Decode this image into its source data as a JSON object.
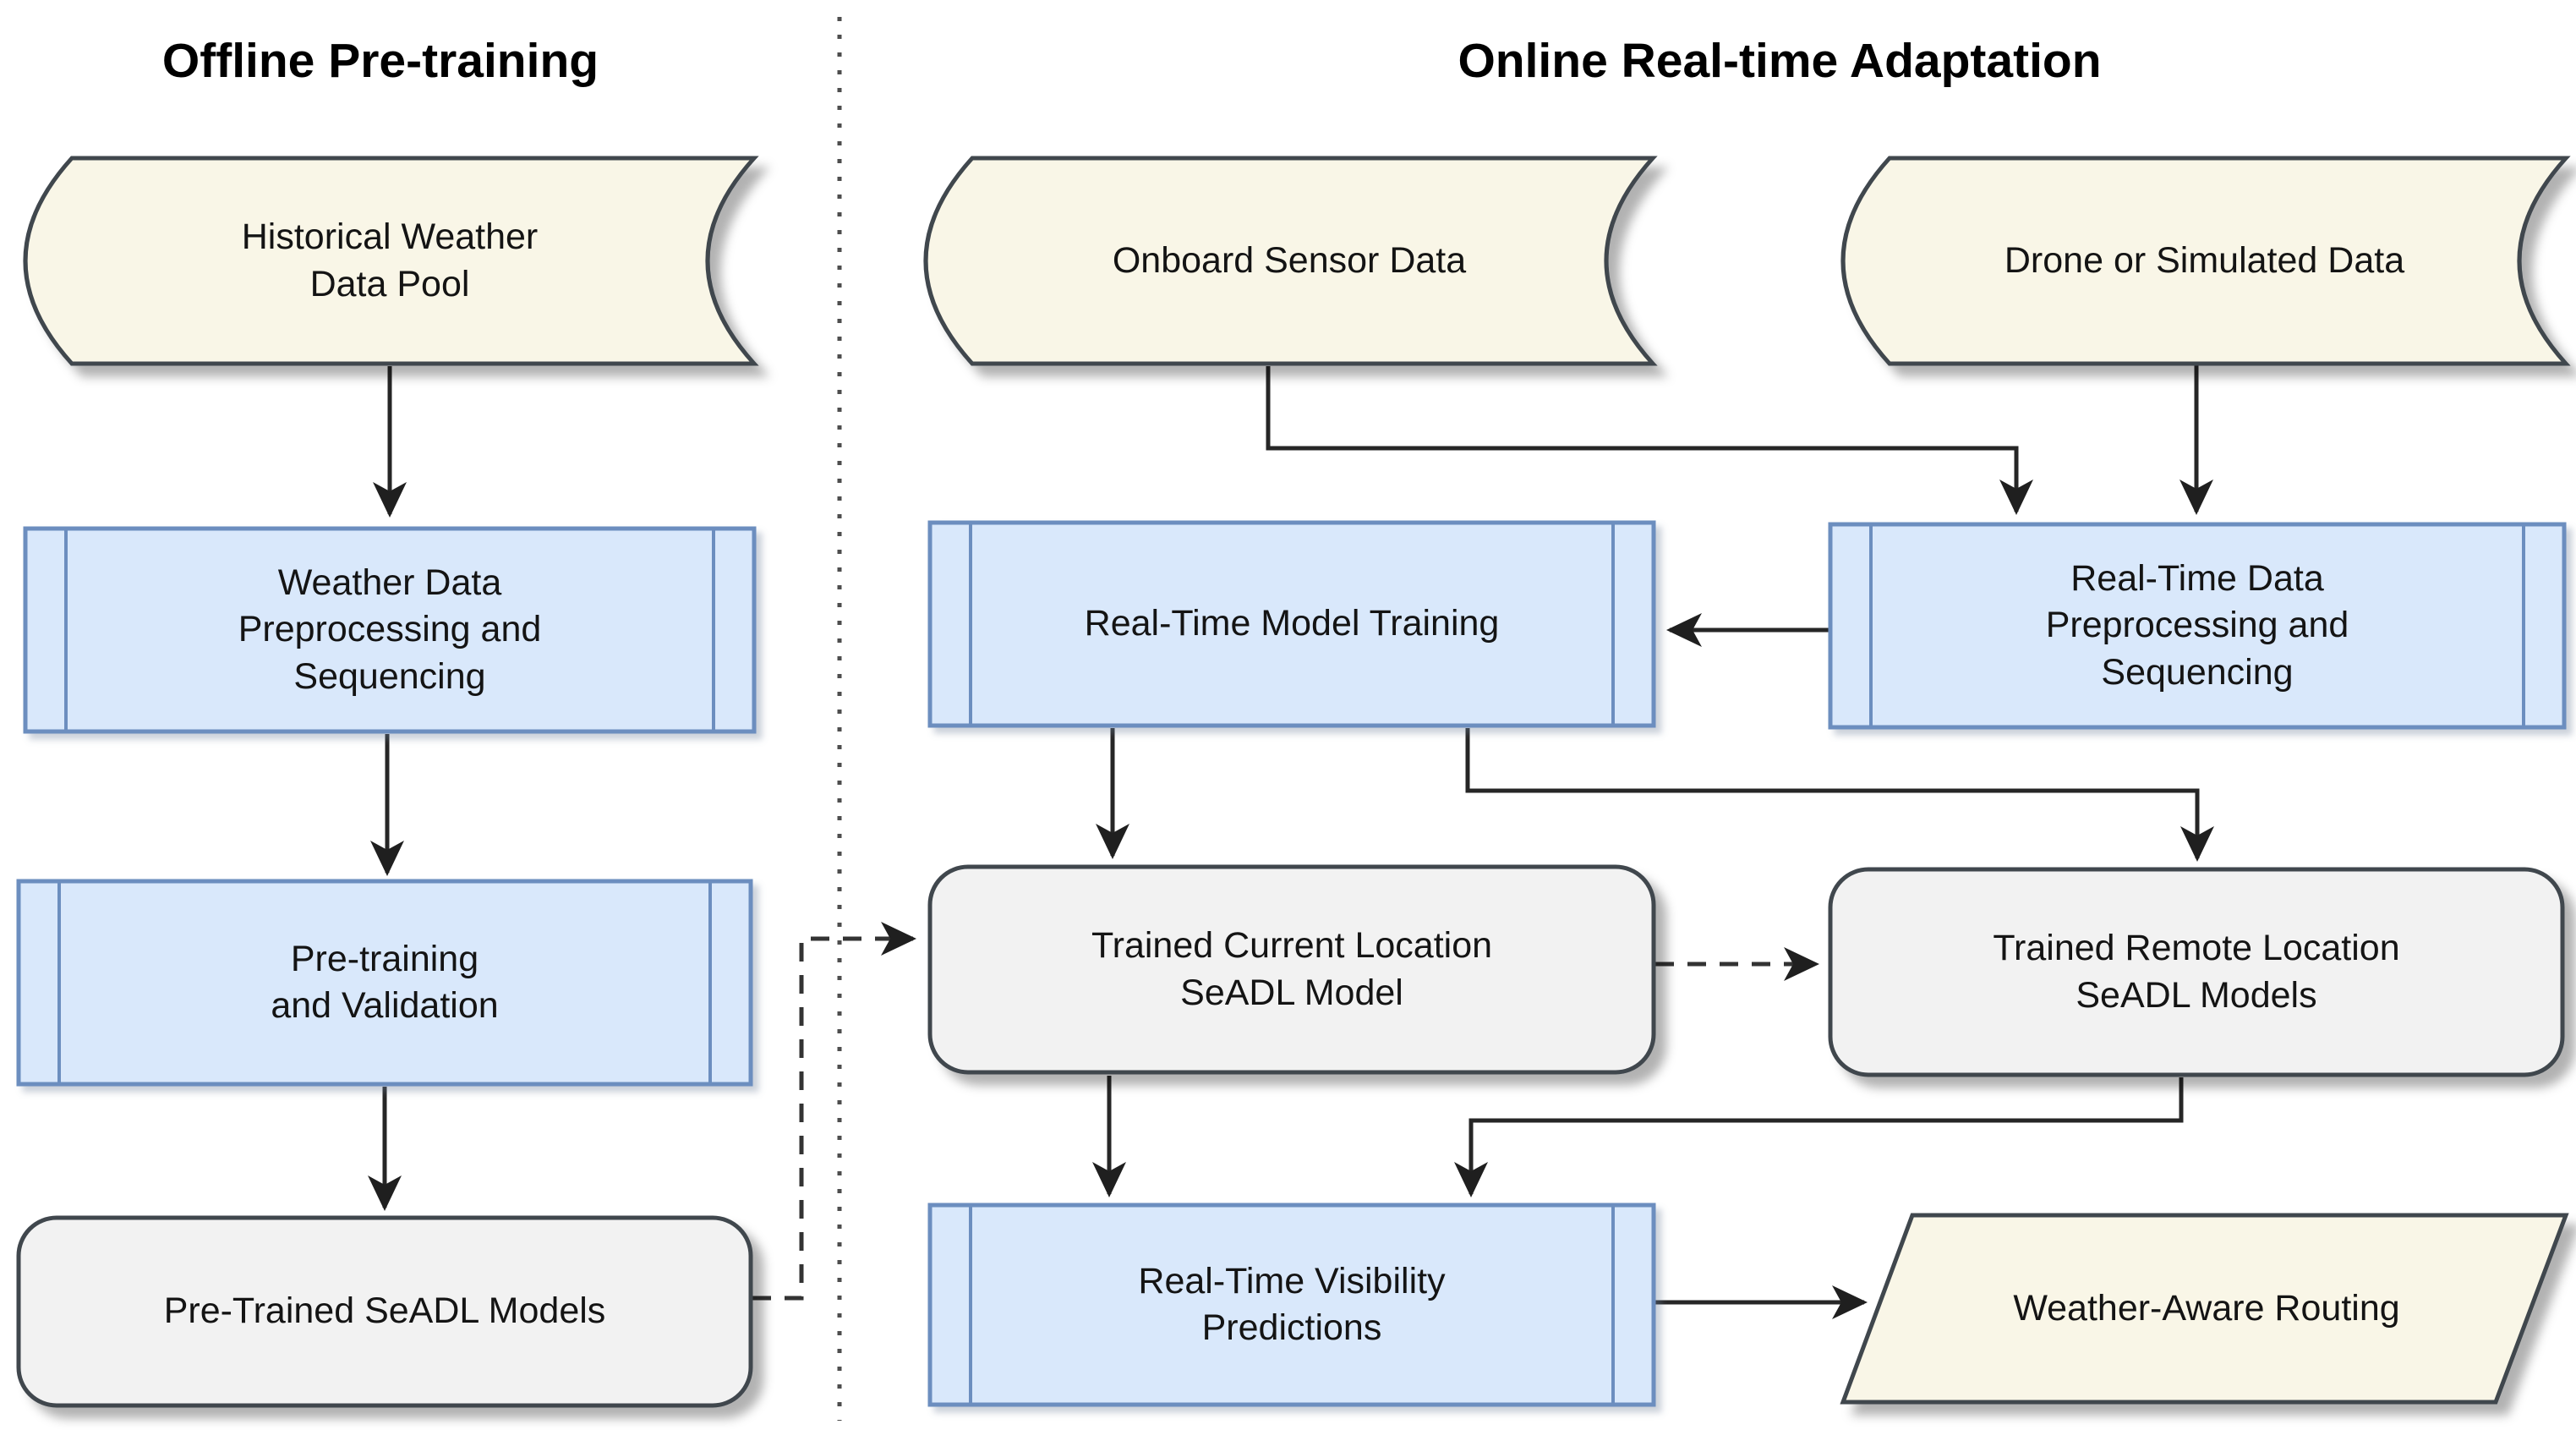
{
  "diagram": {
    "offline_title": "Offline Pre-training",
    "online_title": "Online Real-time Adaptation",
    "nodes": {
      "historical": {
        "label": "Historical Weather\nData Pool",
        "shape": "stored-data"
      },
      "weather_preproc": {
        "label": "Weather Data\nPreprocessing and\nSequencing",
        "shape": "subroutine"
      },
      "pretraining": {
        "label": "Pre-training\nand Validation",
        "shape": "subroutine"
      },
      "pretrained_models": {
        "label": "Pre-Trained SeADL Models",
        "shape": "rounded-rect"
      },
      "onboard": {
        "label": "Onboard Sensor Data",
        "shape": "stored-data"
      },
      "drone": {
        "label": "Drone or Simulated Data",
        "shape": "stored-data"
      },
      "rt_training": {
        "label": "Real-Time Model Training",
        "shape": "subroutine"
      },
      "rt_preproc": {
        "label": "Real-Time Data\nPreprocessing and\nSequencing",
        "shape": "subroutine"
      },
      "trained_current": {
        "label": "Trained Current Location\nSeADL Model",
        "shape": "rounded-rect"
      },
      "trained_remote": {
        "label": "Trained Remote Location\nSeADL Models",
        "shape": "rounded-rect"
      },
      "rt_visibility": {
        "label": "Real-Time Visibility\nPredictions",
        "shape": "subroutine"
      },
      "routing": {
        "label": "Weather-Aware Routing",
        "shape": "parallelogram"
      }
    },
    "connectors": [
      {
        "from": "historical",
        "to": "weather_preproc",
        "style": "solid-arrow"
      },
      {
        "from": "weather_preproc",
        "to": "pretraining",
        "style": "solid-arrow"
      },
      {
        "from": "pretraining",
        "to": "pretrained_models",
        "style": "solid-arrow"
      },
      {
        "from": "pretrained_models",
        "to": "trained_current",
        "style": "dashed-arrow"
      },
      {
        "from": "onboard",
        "to": "rt_preproc",
        "style": "solid-arrow"
      },
      {
        "from": "drone",
        "to": "rt_preproc",
        "style": "solid-arrow"
      },
      {
        "from": "rt_preproc",
        "to": "rt_training",
        "style": "solid-arrow"
      },
      {
        "from": "rt_training",
        "to": "trained_current",
        "style": "solid-arrow"
      },
      {
        "from": "rt_training",
        "to": "trained_remote",
        "style": "solid-arrow"
      },
      {
        "from": "trained_current",
        "to": "trained_remote",
        "style": "dashed-arrow"
      },
      {
        "from": "trained_current",
        "to": "rt_visibility",
        "style": "solid-arrow"
      },
      {
        "from": "trained_remote",
        "to": "rt_visibility",
        "style": "solid-arrow"
      },
      {
        "from": "rt_visibility",
        "to": "routing",
        "style": "solid-arrow"
      }
    ],
    "colors": {
      "stored_data_fill": "#F9F6E7",
      "process_fill": "#D9E8FB",
      "process_border": "#6C8EBF",
      "model_fill": "#F2F2F2",
      "dark_border": "#40474E",
      "arrow": "#262626"
    }
  }
}
